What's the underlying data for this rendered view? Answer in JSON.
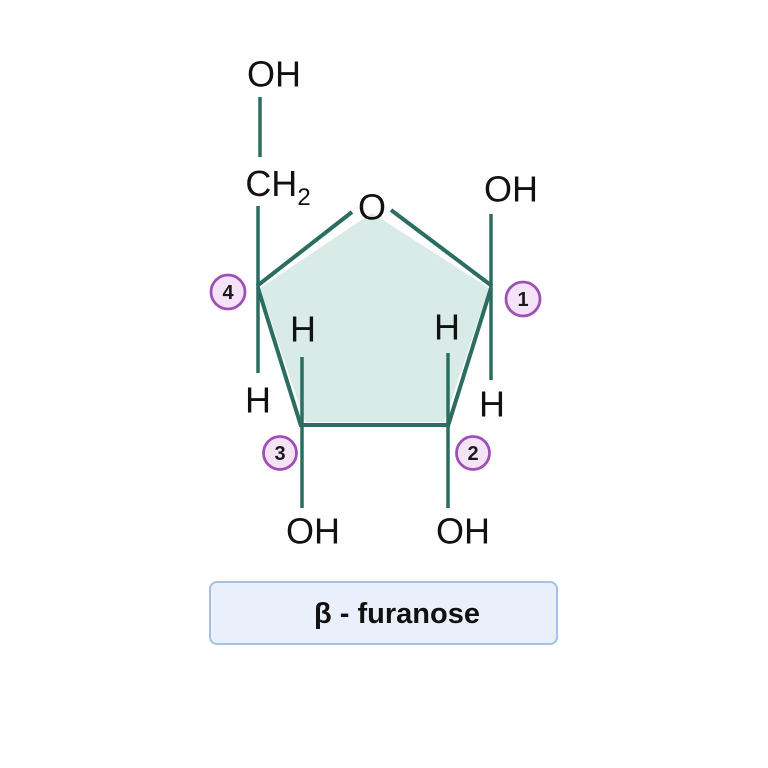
{
  "caption": {
    "text": "β - furanose"
  },
  "colors": {
    "background": "#ffffff",
    "bond": "#2B6E61",
    "ring_fill": "#D8EBE6",
    "atom_text": "#111111",
    "badge_fill": "#F4E3F7",
    "badge_stroke": "#A14FB8",
    "badge_text": "#1A1A1A",
    "caption_fill": "#EAF0FB",
    "caption_border": "#A9BFE6",
    "caption_text": "#111111"
  },
  "molecule": {
    "name": "beta-furanose ring",
    "ring_oxygen": "O",
    "ch2": {
      "main": "CH",
      "subscript": "2"
    },
    "substituents": {
      "c5_oh": "OH",
      "c1_oh": "OH",
      "c3_h_inner": "H",
      "c2_h_inner": "H",
      "c4_h": "H",
      "c1_h": "H",
      "c3_oh": "OH",
      "c2_oh": "OH"
    },
    "carbon_numbers": {
      "c1": "1",
      "c2": "2",
      "c3": "3",
      "c4": "4"
    }
  }
}
